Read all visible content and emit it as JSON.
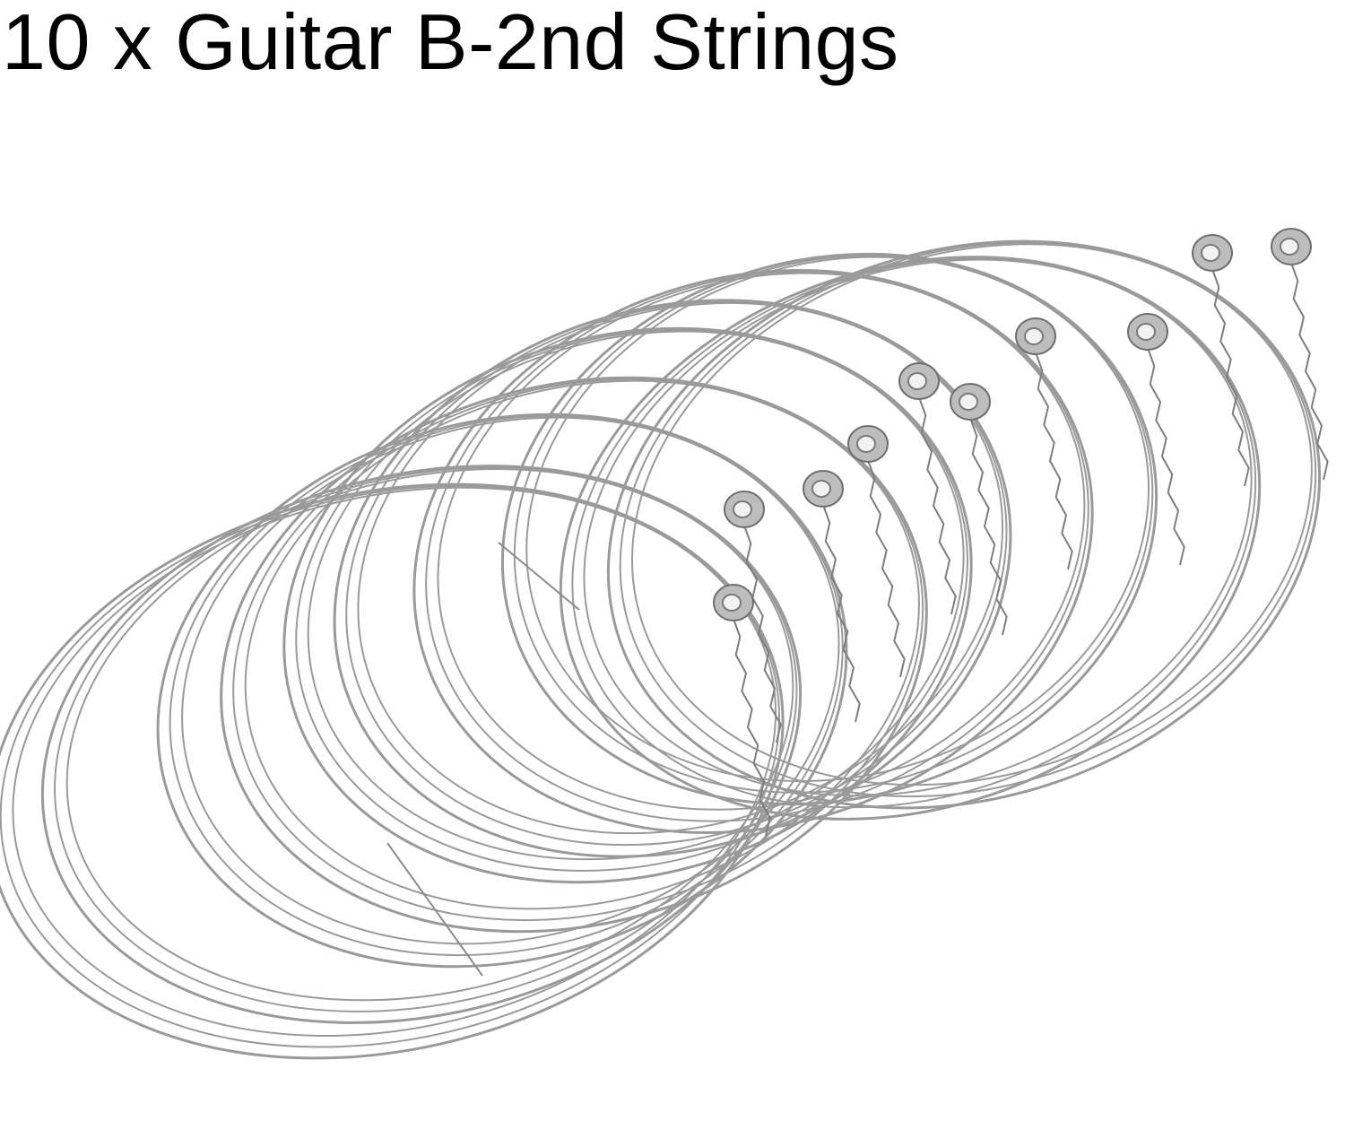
{
  "headline": "10 x Guitar B-2nd Strings",
  "product_photo": {
    "subject": "coiled guitar strings with ball ends",
    "coil_count": 10,
    "string_color": "#9a9a9a",
    "ball_end_color": "#bdbdbd",
    "background_color": "#ffffff"
  }
}
